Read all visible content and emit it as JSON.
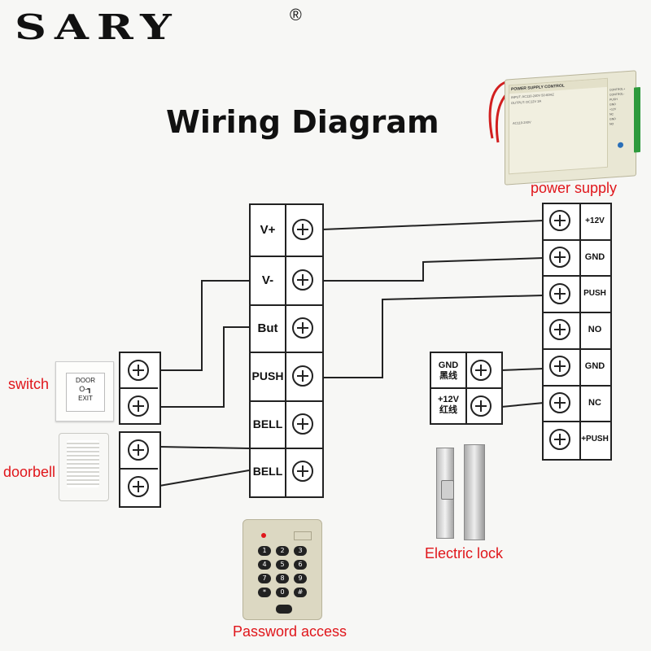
{
  "brand": {
    "name": "SARY",
    "reg_mark": "®"
  },
  "title": "Wiring Diagram",
  "labels": {
    "power_supply": "power supply",
    "switch": "switch",
    "doorbell": "doorbell",
    "electric_lock": "Electric lock",
    "password_access": "Password access"
  },
  "keypad_terminals": [
    "V+",
    "V-",
    "But",
    "PUSH",
    "BELL",
    "BELL"
  ],
  "power_terminals": [
    "+12V",
    "GND",
    "PUSH",
    "NO",
    "GND",
    "NC",
    "+PUSH"
  ],
  "lock_terminals": [
    {
      "line1": "GND",
      "line2": "黑线"
    },
    {
      "line1": "+12V",
      "line2": "红线"
    }
  ],
  "psu_device": {
    "header": "POWER SUPPLY CONTROL",
    "input": "INPUT: AC110-240V 50-60HZ",
    "output": "OUTPUT: DC12V 3A",
    "ac_label": "AC110-240V",
    "side_labels": [
      "CONTROL+",
      "CONTROL-",
      "PUSH",
      "GND",
      "+12V",
      "NC",
      "GND",
      "NO"
    ]
  },
  "exit_button": {
    "line1": "DOOR",
    "line2": "EXIT",
    "key": "O-┓"
  },
  "keypad_keys": [
    "1",
    "2",
    "3",
    "4",
    "5",
    "6",
    "7",
    "8",
    "9",
    "*",
    "0",
    "#"
  ],
  "colors": {
    "label_red": "#e0161b",
    "line": "#222222",
    "terminal_green": "#2e9a3c"
  }
}
